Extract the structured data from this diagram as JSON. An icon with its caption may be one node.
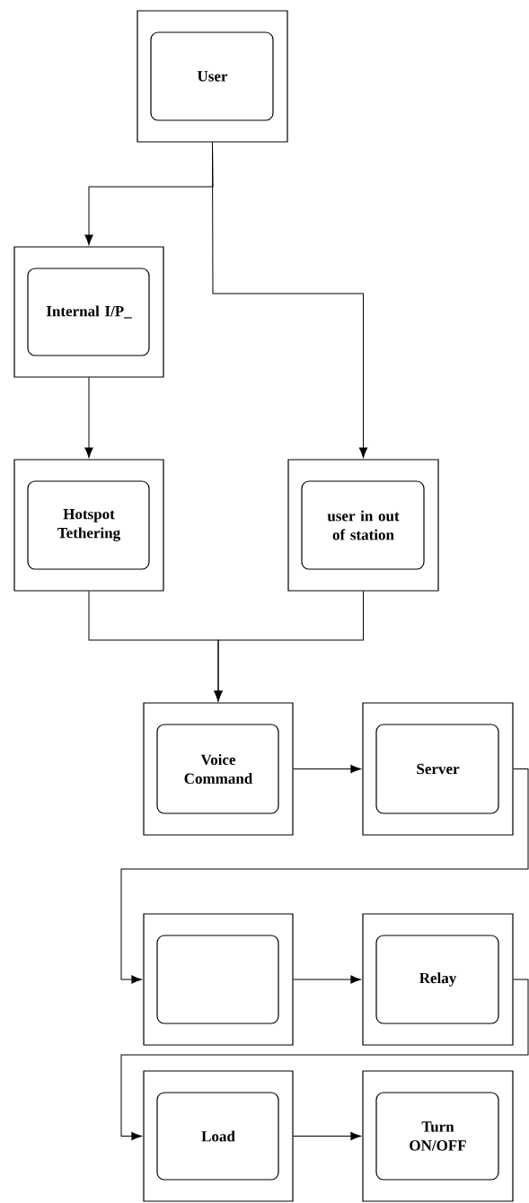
{
  "diagram": {
    "nodes": [
      {
        "text": [
          "User"
        ]
      },
      {
        "text": [
          "Internal I/P_"
        ]
      },
      {
        "text": [
          "Hotspot Tethering"
        ]
      },
      {
        "text": [
          "user in out of station"
        ]
      },
      {
        "text": [
          "Voice Command"
        ]
      },
      {
        "text": [
          "Server"
        ]
      },
      {
        "text": [],
        "shape": "box"
      },
      {
        "text": [
          "Relay"
        ]
      },
      {
        "text": [
          "Load"
        ]
      },
      {
        "text": [
          "Turn ON/OFF"
        ]
      }
    ],
    "edges": [
      {
        "from": 0,
        "to": 1,
        "arrow": "to"
      },
      {
        "from": 0,
        "to": 3,
        "arrow": "to"
      },
      {
        "from": 1,
        "to": 2,
        "arrow": "to"
      },
      {
        "from": 2,
        "to": 4,
        "arrow": "to"
      },
      {
        "from": 3,
        "to": 4,
        "arrow": "to"
      },
      {
        "from": 4,
        "to": 5,
        "arrow": "to"
      },
      {
        "from": 5,
        "to": 6,
        "arrow": "to"
      },
      {
        "from": 6,
        "to": 7,
        "arrow": "to"
      },
      {
        "from": 7,
        "to": 8,
        "arrow": "to"
      },
      {
        "from": 8,
        "to": 9,
        "arrow": "to"
      }
    ]
  }
}
